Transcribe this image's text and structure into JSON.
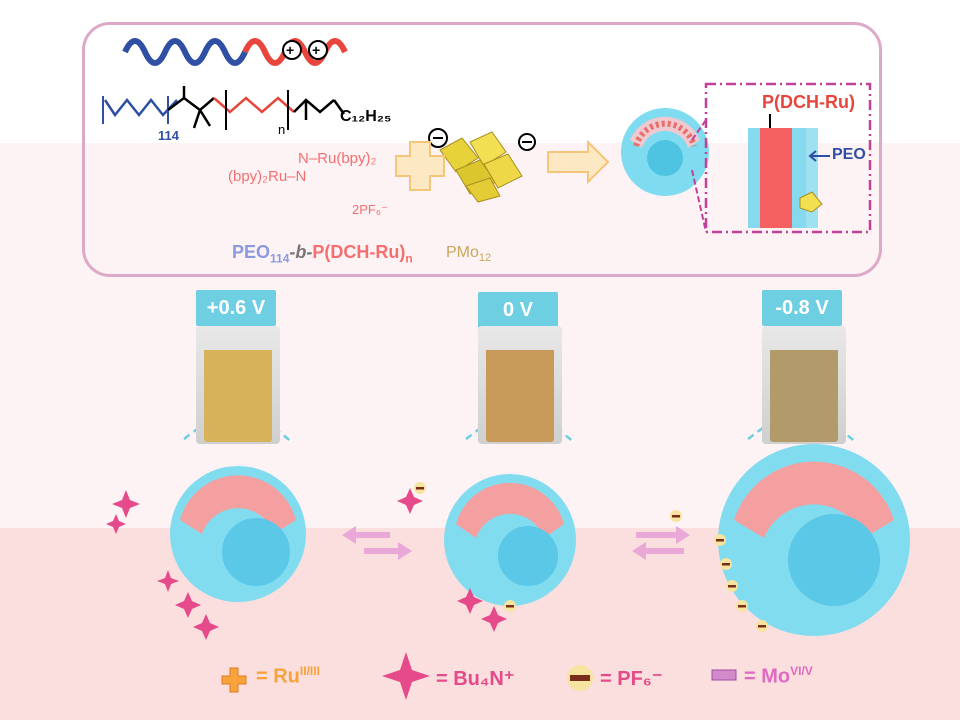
{
  "polymer": {
    "peo_repeat": "114",
    "chain_end": "C₁₂H₂₅",
    "n_label": "n",
    "ru_top": "N–Ru(bpy)₂",
    "ru_bottom": "(bpy)₂Ru–N",
    "counterion": "2PF₆⁻",
    "name_peo": "PEO",
    "name_sub": "114",
    "name_mid": "-b-",
    "name_block": "P(DCH-Ru)",
    "name_n": "n"
  },
  "pom": {
    "name": "PMo",
    "sub": "12"
  },
  "schematic": {
    "block_label": "P(DCH-Ru)",
    "peo_label": "PEO"
  },
  "voltages": [
    "+0.6 V",
    "0 V",
    "-0.8 V"
  ],
  "legend": {
    "ru": "= Ru",
    "ru_sup": "II/III",
    "bu4n": "= Bu₄N⁺",
    "pf6": "= PF₆⁻",
    "mo": "= Mo",
    "mo_sup": "VI/V"
  },
  "colors": {
    "peo_blue": "#2e4fa3",
    "ru_red": "#e8463c",
    "cyan": "#5fd0ea",
    "pink_magenta": "#e54b8a",
    "orange": "#f7a23a",
    "mo_purple": "#c05aa8"
  }
}
